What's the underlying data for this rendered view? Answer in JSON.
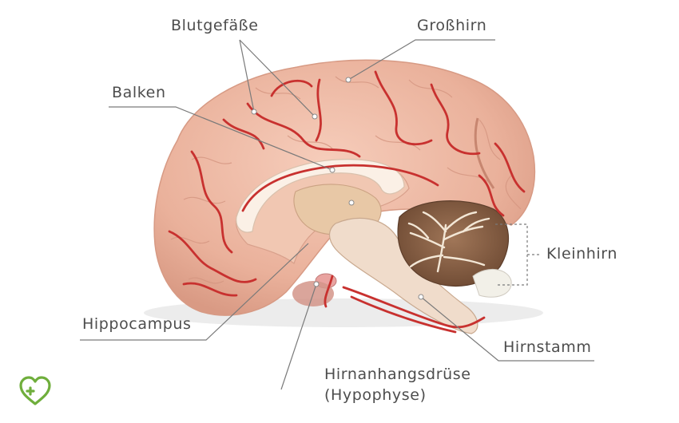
{
  "labels": {
    "blutgefaesse": "Blutgefäße",
    "grosshirn": "Großhirn",
    "balken": "Balken",
    "kleinhirn": "Kleinhirn",
    "hippocampus": "Hippocampus",
    "hirnstamm": "Hirnstamm",
    "hypophyse_line1": "Hirnanhangsdrüse",
    "hypophyse_line2": "(Hypophyse)"
  },
  "colors": {
    "label_text": "#4d4d4d",
    "leader_line": "#7a7a7a",
    "logo": "#6fae3c",
    "vessels": "#c8312f",
    "brain_tissue": "#efb9a4"
  },
  "icons": {
    "logo": "heart-cross-icon"
  }
}
